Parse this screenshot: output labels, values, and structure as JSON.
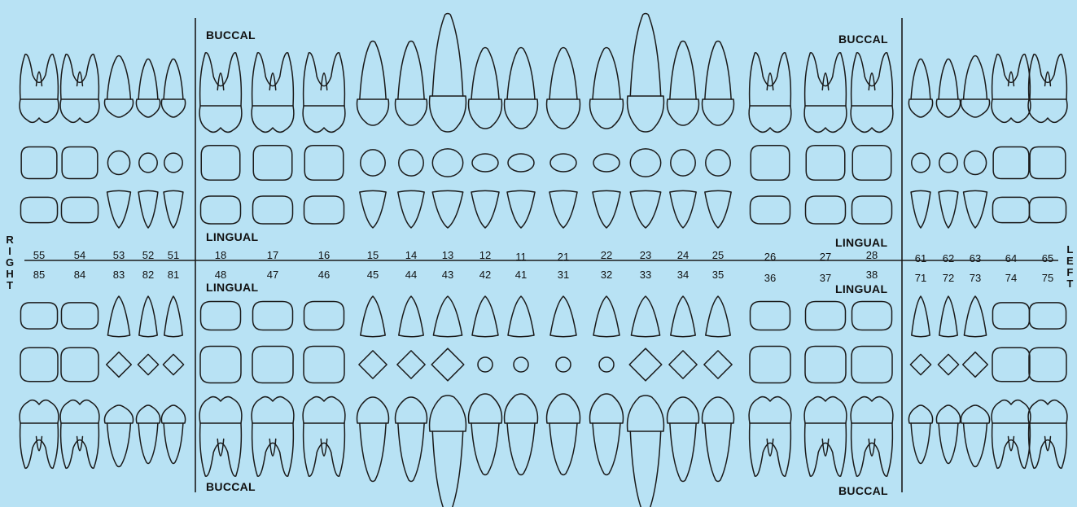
{
  "labels": {
    "buccal_upper_left": "BUCCAL",
    "buccal_upper_right": "BUCCAL",
    "lingual_upper_left": "LINGUAL",
    "lingual_upper_right": "LINGUAL",
    "lingual_lower_left": "LINGUAL",
    "lingual_lower_right": "LINGUAL",
    "buccal_lower_left": "BUCCAL",
    "buccal_lower_right": "BUCCAL",
    "side_right": [
      "R",
      "I",
      "G",
      "H",
      "T"
    ],
    "side_left": [
      "L",
      "E",
      "F",
      "T"
    ]
  },
  "upper_numbers": [
    "55",
    "54",
    "53",
    "52",
    "51",
    "18",
    "17",
    "16",
    "15",
    "14",
    "13",
    "12",
    "11",
    "21",
    "22",
    "23",
    "24",
    "25",
    "26",
    "27",
    "28",
    "61",
    "62",
    "63",
    "64",
    "65"
  ],
  "lower_numbers": [
    "85",
    "84",
    "83",
    "82",
    "81",
    "48",
    "47",
    "46",
    "45",
    "44",
    "43",
    "42",
    "41",
    "31",
    "32",
    "33",
    "34",
    "35",
    "36",
    "37",
    "38",
    "71",
    "72",
    "73",
    "74",
    "75"
  ],
  "upper_types": [
    "pm",
    "pm",
    "pc",
    "pi",
    "pi",
    "m",
    "m",
    "m",
    "p",
    "p",
    "c",
    "i",
    "i",
    "i",
    "i",
    "c",
    "p",
    "p",
    "m",
    "m",
    "m",
    "pi",
    "pi",
    "pc",
    "pm",
    "pm"
  ],
  "lower_types": [
    "pm",
    "pm",
    "pc",
    "pi",
    "pi",
    "m",
    "m",
    "m",
    "p",
    "p",
    "c",
    "i",
    "i",
    "i",
    "i",
    "c",
    "p",
    "p",
    "m",
    "m",
    "m",
    "pi",
    "pi",
    "pc",
    "pm",
    "pm"
  ]
}
